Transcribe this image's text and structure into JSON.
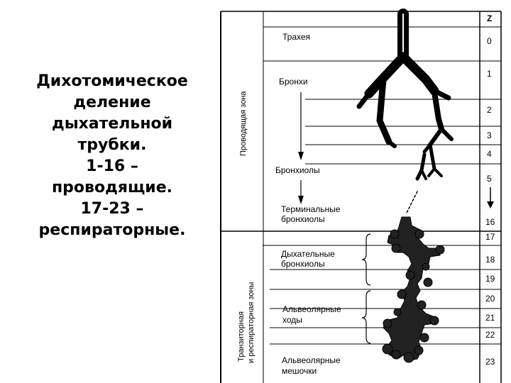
{
  "caption": {
    "lines": [
      "Дихотомическое",
      "деление",
      "дыхательной",
      "трубки.",
      "1-16 –",
      "проводящие.",
      "17-23 –",
      "респираторные."
    ]
  },
  "diagram": {
    "z_header": "Z",
    "conducting_zone_label": "Проводящая зона",
    "transit_zone_label_1": "Транзиторная",
    "transit_zone_label_2": "и респираторная зоны",
    "generations": [
      "0",
      "1",
      "2",
      "3",
      "4",
      "5",
      "16",
      "17",
      "18",
      "19",
      "20",
      "21",
      "22",
      "23"
    ],
    "labels": {
      "trachea": "Трахея",
      "bronchi": "Бронхи",
      "bronchioles": "Бронхиолы",
      "terminal_1": "Терминальные",
      "terminal_2": "бронхиолы",
      "resp_1": "Дыхательные",
      "resp_2": "бронхиолы",
      "alv_ducts_1": "Альвеолярные",
      "alv_ducts_2": "ходы",
      "alv_sacs_1": "Альвеолярные",
      "alv_sacs_2": "мешочки"
    }
  }
}
